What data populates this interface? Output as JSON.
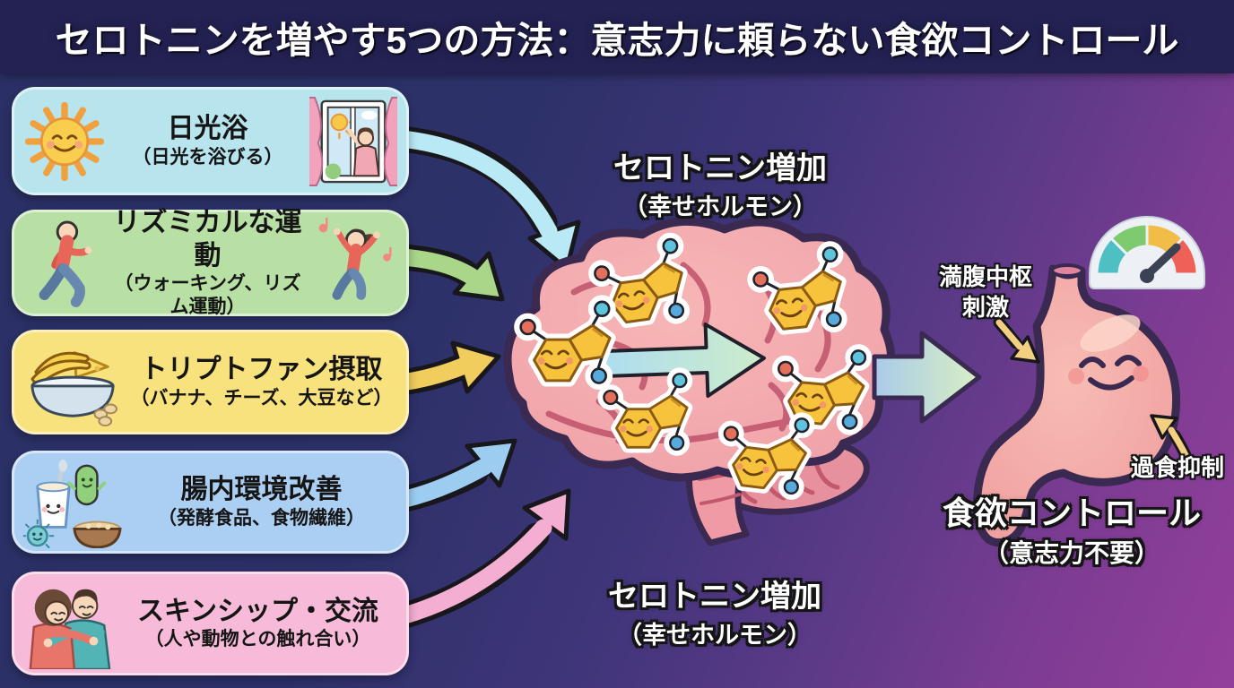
{
  "title": "セロトニンを増やす5つの方法：意志力に頼らない食欲コントロール",
  "methods": [
    {
      "label": "日光浴",
      "sublabel": "（日光を浴びる）",
      "color": "#b8e4ee",
      "icons": [
        "smiling-sun-icon",
        "window-person-icon"
      ]
    },
    {
      "label": "リズミカルな運動",
      "sublabel": "（ウォーキング、リズム運動）",
      "color": "#b9e0a4",
      "icons": [
        "walking-person-icon",
        "dancing-person-icon"
      ]
    },
    {
      "label": "トリプトファン摂取",
      "sublabel": "（バナナ、チーズ、大豆など）",
      "color": "#f8e27d",
      "icons": [
        "tryptophan-foods-icon"
      ]
    },
    {
      "label": "腸内環境改善",
      "sublabel": "（発酵食品、食物繊維）",
      "color": "#abcff2",
      "icons": [
        "gut-health-foods-icon"
      ]
    },
    {
      "label": "スキンシップ・交流",
      "sublabel": "（人や動物との触れ合い）",
      "color": "#f7bbd9",
      "icons": [
        "hugging-people-icon"
      ]
    }
  ],
  "brain": {
    "label_top_line1": "セロトニン増加",
    "label_top_line2": "（幸せホルモン）",
    "label_bottom_line1": "セロトニン増加",
    "label_bottom_line2": "（幸せホルモン）",
    "icon": "brain-icon",
    "molecule_icon": "serotonin-molecule-icon",
    "molecule_count": 6
  },
  "outcome": {
    "fullness_line1": "満腹中枢",
    "fullness_line2": "刺激",
    "overeating_label": "過食抑制",
    "result_label": "食欲コントロール",
    "result_sublabel": "（意志力不要）",
    "gauge_icon": "satiety-gauge-icon",
    "stomach_icon": "smiling-stomach-icon"
  },
  "arrows": {
    "feed": [
      {
        "from": "日光浴",
        "color": "#b9e9f5"
      },
      {
        "from": "リズミカルな運動",
        "color": "#a9d689"
      },
      {
        "from": "トリプトファン摂取",
        "color": "#f0cd5c"
      },
      {
        "from": "腸内環境改善",
        "color": "#9cccf0"
      },
      {
        "from": "スキンシップ・交流",
        "color": "#f4aed2"
      }
    ],
    "brain_internal_arrow_colors": [
      "#aeddf0",
      "#cdecca"
    ],
    "brain_to_stomach_arrow_colors": [
      "#a9cbe9",
      "#d9eec4"
    ],
    "small_arrow_color": "#f3cf82"
  },
  "colors": {
    "background_left": "#2a3065",
    "background_right": "#933f9a",
    "title_bar": "#242253",
    "title_text": "#ffffff",
    "label_text": "#ffffff",
    "label_outline": "#151515",
    "box_text": "#151515",
    "brain_fill": "#f3a9ac",
    "brain_outline": "#3a2950",
    "stomach_fill": "#f4a8a2",
    "molecule_fill": "#f8c33c",
    "gauge_segments": [
      "#4ec0c4",
      "#7ecb6f",
      "#f2bc49",
      "#ef6157"
    ]
  }
}
